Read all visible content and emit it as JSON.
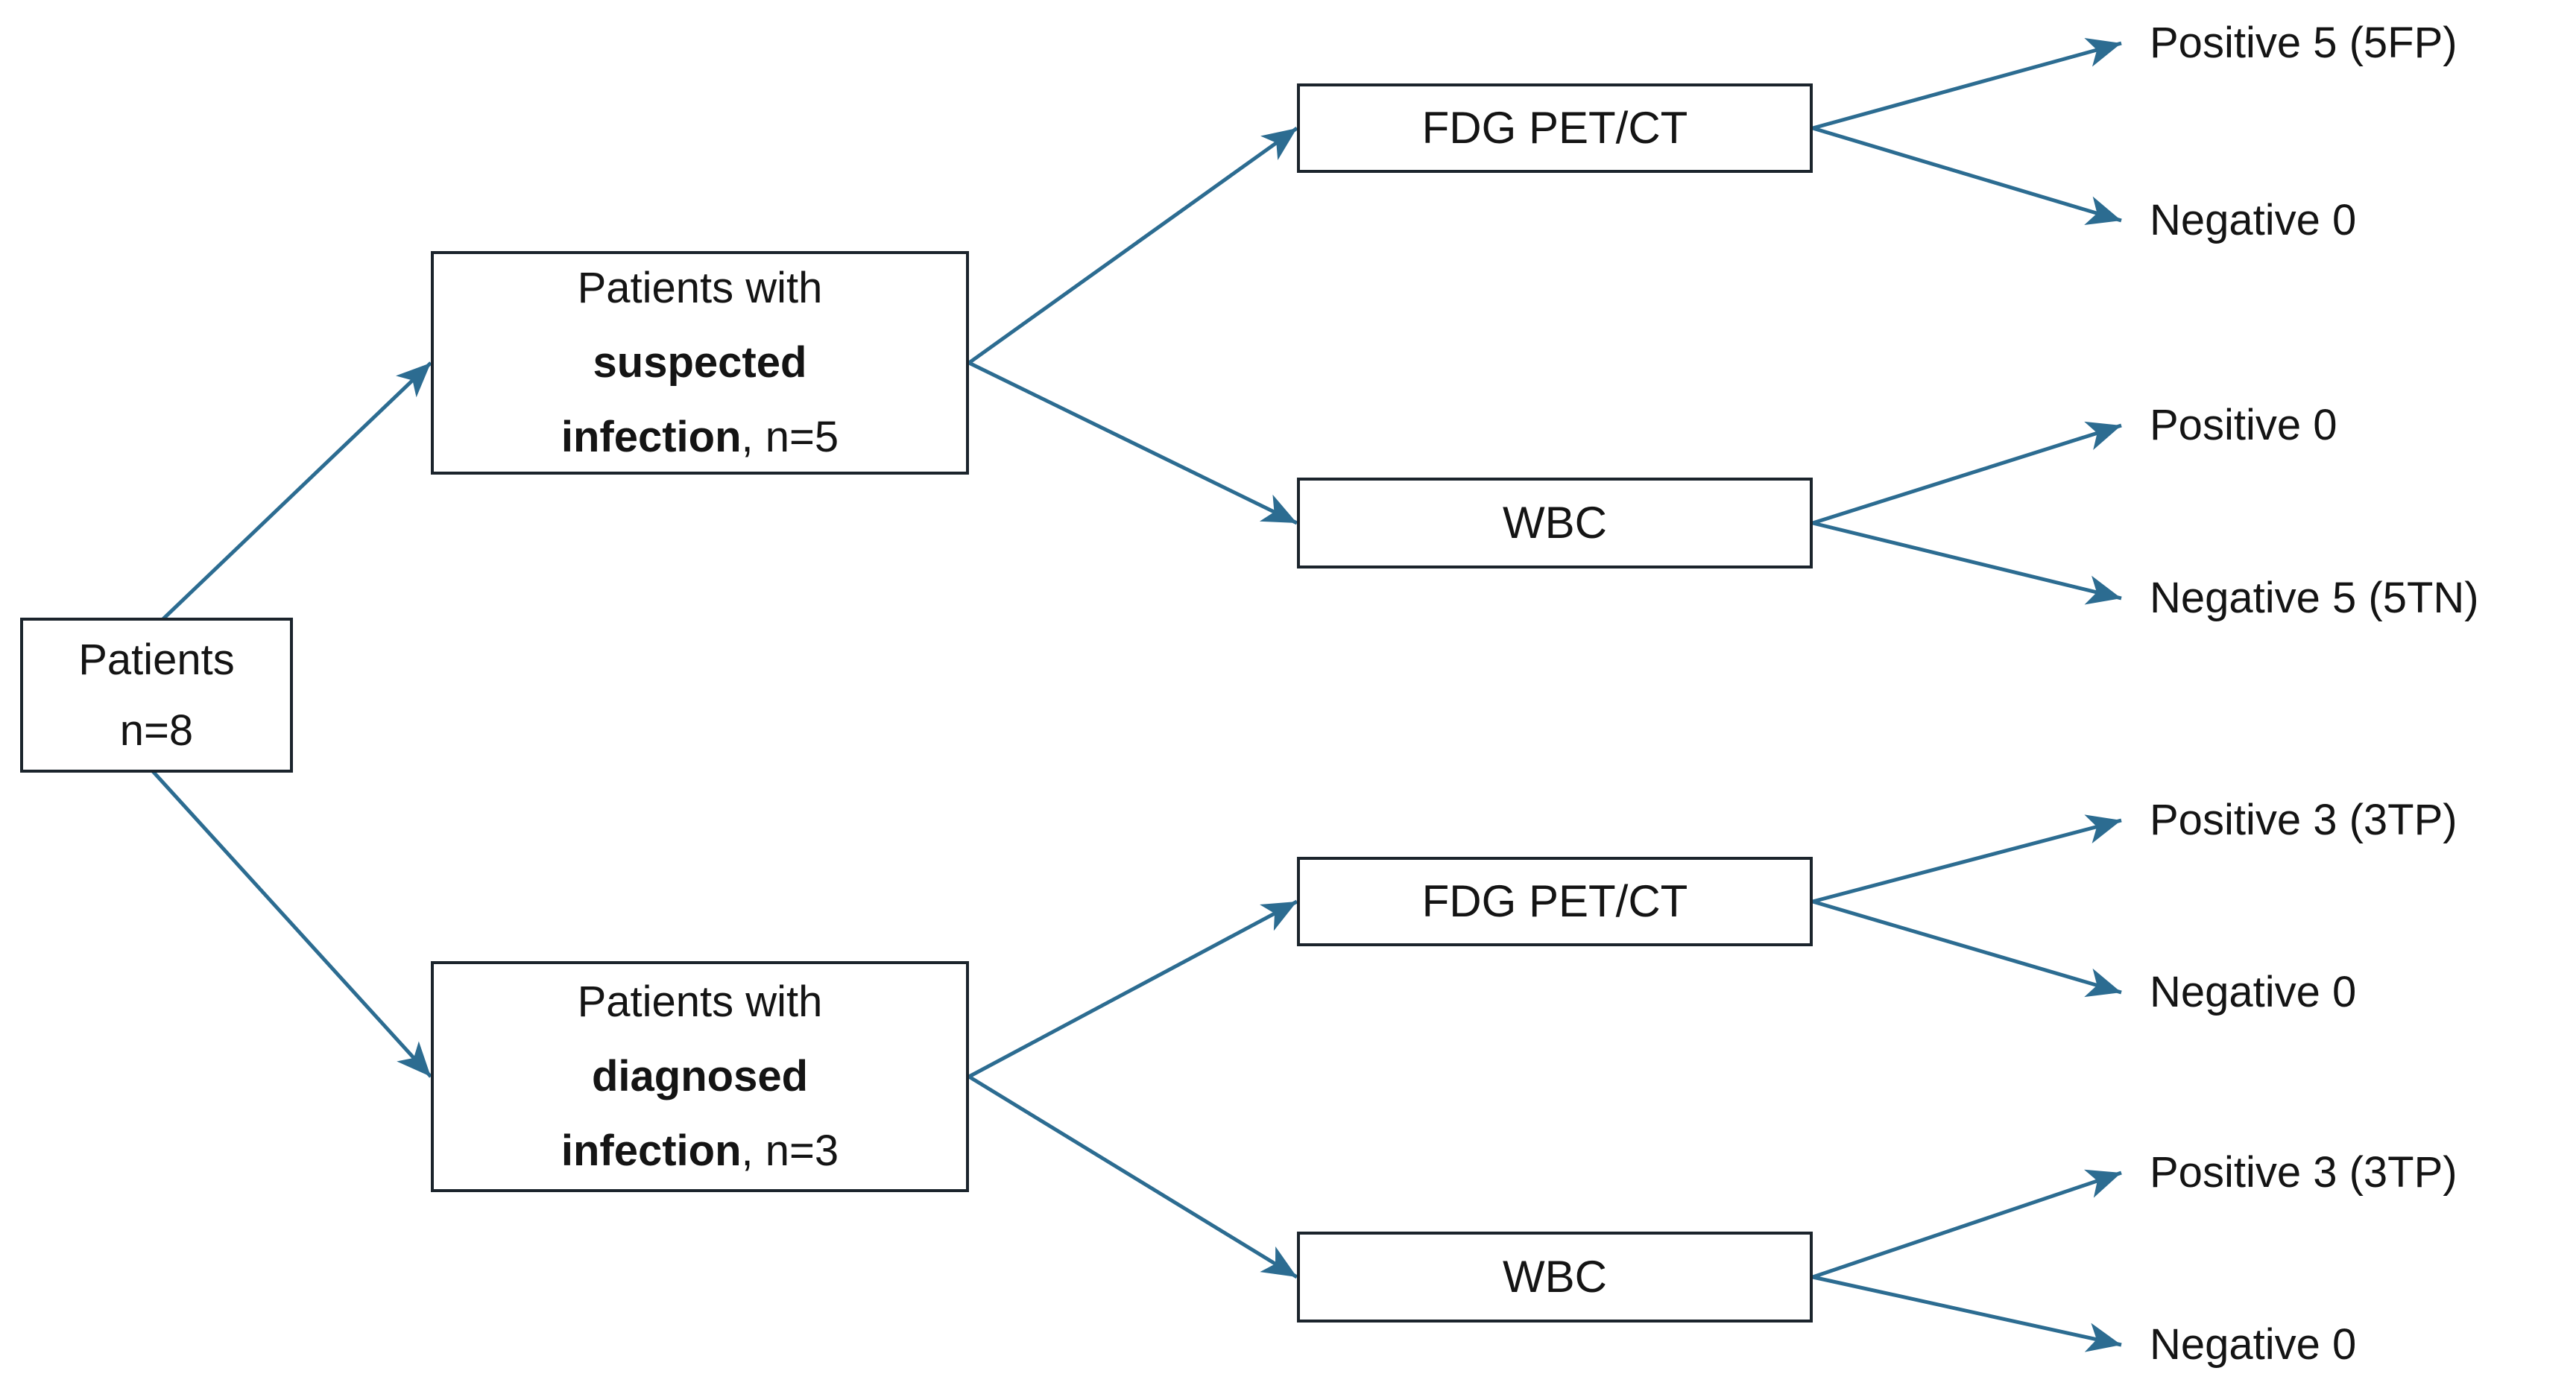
{
  "diagram": {
    "colors": {
      "arrow": "#2c6c91",
      "box_border": "#1b242c",
      "text": "#141414",
      "background": "#ffffff"
    },
    "nodes": {
      "root": {
        "line1": "Patients",
        "line2": "n=8"
      },
      "suspected": {
        "line1": "Patients with",
        "bold_word": "suspected",
        "bold_word2": "infection",
        "rest": ", n=5"
      },
      "diagnosed": {
        "line1": "Patients with",
        "bold_word": "diagnosed",
        "bold_word2": "infection",
        "rest": ", n=3"
      },
      "fdg_top": {
        "label": "FDG PET/CT"
      },
      "wbc_top": {
        "label": "WBC"
      },
      "fdg_bottom": {
        "label": "FDG PET/CT"
      },
      "wbc_bottom": {
        "label": "WBC"
      }
    },
    "outcomes": [
      {
        "label": "Positive 5 (5FP)"
      },
      {
        "label": "Negative 0"
      },
      {
        "label": "Positive 0"
      },
      {
        "label": "Negative 5 (5TN)"
      },
      {
        "label": "Positive 3 (3TP)"
      },
      {
        "label": "Negative 0"
      },
      {
        "label": "Positive 3 (3TP)"
      },
      {
        "label": "Negative 0"
      }
    ]
  }
}
